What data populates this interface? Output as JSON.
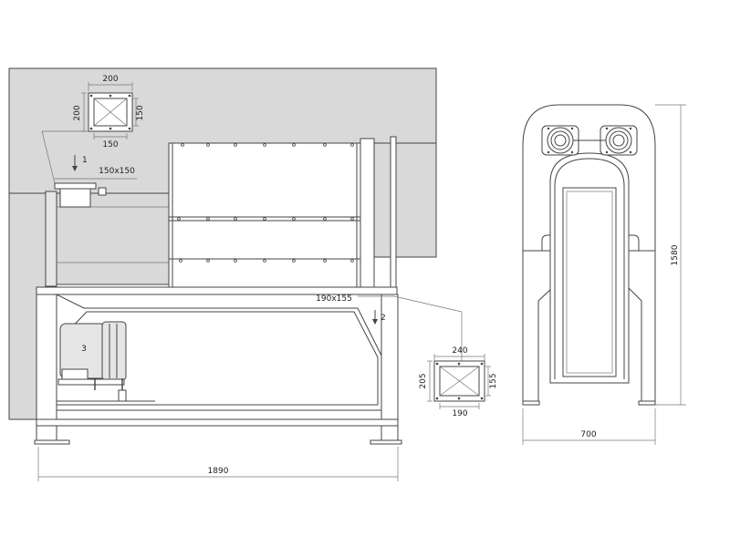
{
  "dimensions": {
    "overall_length": "1890",
    "overall_height": "1580",
    "side_width": "700",
    "inlet_flange_width": "200",
    "inlet_flange_height": "200",
    "inlet_inner_height": "150",
    "inlet_inner_width": "150",
    "inlet_size": "150x150",
    "outlet_size": "190x155",
    "outlet_flange_width": "240",
    "outlet_flange_height": "205",
    "outlet_inner_height": "155",
    "outlet_inner_width": "190"
  },
  "labels": {
    "inlet_marker": "1",
    "outlet_marker": "2",
    "motor_marker": "3"
  }
}
